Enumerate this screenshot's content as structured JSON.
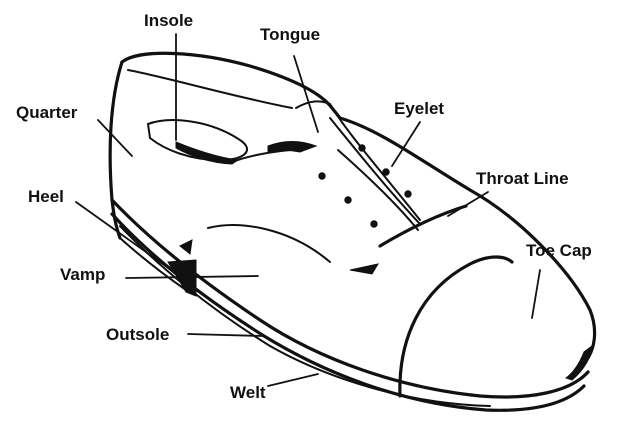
{
  "labels": {
    "insole": "Insole",
    "tongue": "Tongue",
    "quarter": "Quarter",
    "eyelet": "Eyelet",
    "heel": "Heel",
    "throat_line": "Throat Line",
    "toe_cap": "Toe Cap",
    "vamp": "Vamp",
    "outsole": "Outsole",
    "welt": "Welt"
  }
}
